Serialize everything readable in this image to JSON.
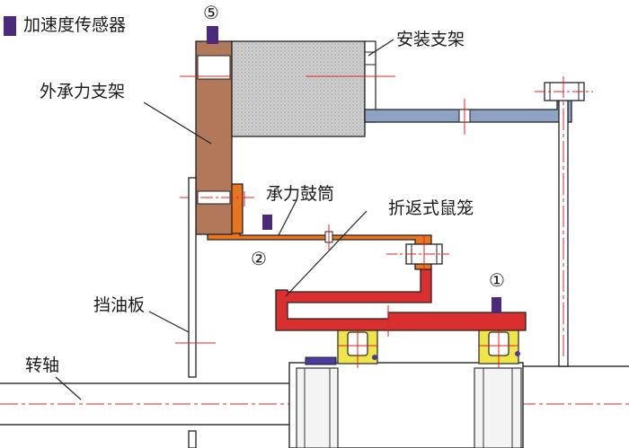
{
  "legend": {
    "label": "加速度传感器"
  },
  "labels": {
    "mount_bracket": "安装支架",
    "outer_bearing_bracket": "外承力支架",
    "bearing_drum": "承力鼓筒",
    "folded_squirrel_cage": "折返式鼠笼",
    "oil_baffle": "挡油板",
    "shaft": "转轴"
  },
  "markers": {
    "m1": "①",
    "m2": "②",
    "m5": "⑤"
  },
  "colors": {
    "sensor": "#4b2a7b",
    "outer_bracket": "#b2785a",
    "mount_box": "#c9c9c9",
    "mount_arm": "#8ea2c4",
    "drum": "#e8741f",
    "cage": "#d9302f",
    "bearing": "#efe54a",
    "centerline": "#e02020"
  }
}
